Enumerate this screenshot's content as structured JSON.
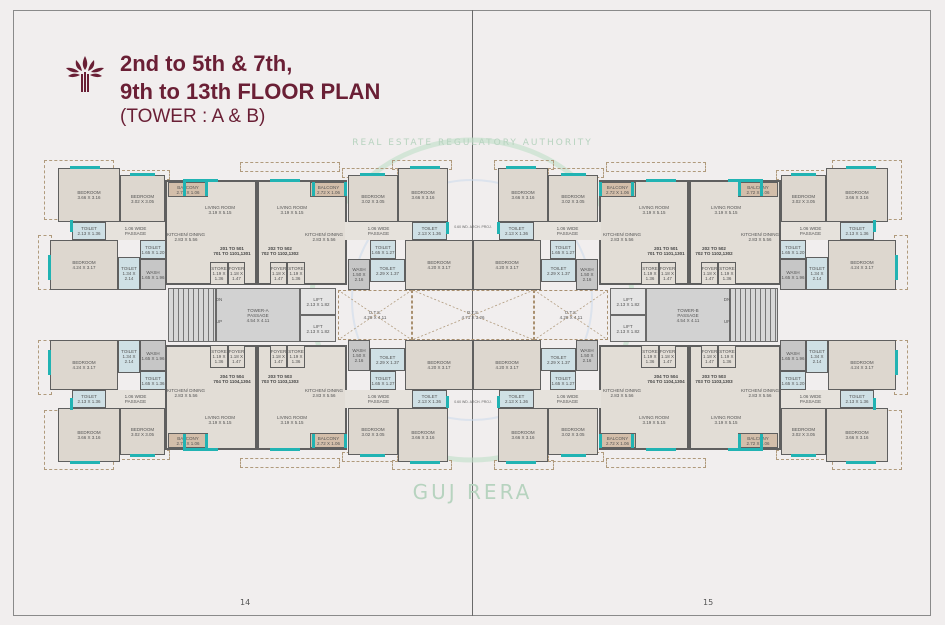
{
  "title_line1": "2nd to 5th & 7th,",
  "title_line2": "9th to 13th FLOOR  PLAN",
  "subtitle": "(TOWER : A & B)",
  "brand_color": "#6a1f35",
  "window_color": "#21b3b3",
  "page_numbers": [
    "14",
    "15"
  ],
  "watermark": {
    "top": "REAL ESTATE REGULATORY AUTHORITY",
    "bottom": "GUJ RERA"
  },
  "proj_label": "0.60 WD. ARCH. PROJ.",
  "center_ots": [
    "O.T.S.",
    "4.71 X 3.26"
  ],
  "towers": [
    {
      "core": {
        "tower": "TOWER-A",
        "passage": "PASSAGE",
        "dim": "4.54 X 4.11",
        "up": "UP",
        "dn": "DN",
        "lift": [
          "LIFT",
          "2.13 X 1.82"
        ],
        "ots": [
          "O.T.S.",
          "4.28 X 4.11"
        ]
      },
      "top": [
        [
          "BEDROOM",
          "3.66 X 3.16"
        ],
        [
          "BEDROOM",
          "3.02 X 3.05"
        ],
        [
          "TOILET",
          "2.13 X 1.36"
        ],
        [
          "1.06 WIDE",
          "PASSAGE"
        ],
        [
          "BEDROOM",
          "4.24 X 3.17"
        ],
        [
          "TOILET",
          "1.34 X 2.14"
        ],
        [
          "TOILET",
          "1.65 X 1.20"
        ],
        [
          "WASH",
          "1.65 X 1.96"
        ],
        [
          "BALCONY",
          "2.72 X 1.06"
        ],
        [
          "LIVING ROOM",
          "3.19 X 5.15"
        ],
        [
          "KITCHEN/ DINING",
          "2.83 X 5.56"
        ],
        [
          "201 TO 501",
          "701 TO 1101,1301"
        ],
        [
          "STORE",
          "1.19 X 1.36"
        ],
        [
          "FOYER",
          "1.18 X 1.47"
        ],
        [
          "BALCONY",
          "2.72 X 1.06"
        ],
        [
          "LIVING ROOM",
          "3.19 X 5.15"
        ],
        [
          "KITCHEN/ DINING",
          "2.83 X 5.56"
        ],
        [
          "202 TO 502",
          "702 TO 1102,1302"
        ],
        [
          "FOYER",
          "1.18 X 1.47"
        ],
        [
          "STORE",
          "1.19 X 1.36"
        ],
        [
          "BEDROOM",
          "3.02 X 3.05"
        ],
        [
          "BEDROOM",
          "3.66 X 3.16"
        ],
        [
          "1.06 WIDE",
          "PASSAGE"
        ],
        [
          "TOILET",
          "2.13 X 1.36"
        ],
        [
          "TOILET",
          "1.65 X 1.27"
        ],
        [
          "WASH",
          "1.50 X 2.16"
        ],
        [
          "TOILET",
          "2.29 X 1.37"
        ],
        [
          "BEDROOM",
          "4.20 X 3.17"
        ]
      ],
      "bottom": [
        [
          "BEDROOM",
          "3.66 X 3.16"
        ],
        [
          "BEDROOM",
          "3.02 X 3.05"
        ],
        [
          "TOILET",
          "2.13 X 1.36"
        ],
        [
          "1.06 WIDE",
          "PASSAGE"
        ],
        [
          "BEDROOM",
          "4.24 X 3.17"
        ],
        [
          "TOILET",
          "1.34 X 2.14"
        ],
        [
          "TOILET",
          "1.65 X 1.36"
        ],
        [
          "WASH",
          "1.65 X 1.96"
        ],
        [
          "BALCONY",
          "2.72 X 1.06"
        ],
        [
          "LIVING ROOM",
          "3.19 X 5.15"
        ],
        [
          "KITCHEN/ DINING",
          "2.83 X 5.56"
        ],
        [
          "204 TO 504",
          "704 TO 1104,1304"
        ],
        [
          "STORE",
          "1.19 X 1.36"
        ],
        [
          "FOYER",
          "1.18 X 1.47"
        ],
        [
          "BALCONY",
          "2.72 X 1.06"
        ],
        [
          "LIVING ROOM",
          "3.19 X 5.15"
        ],
        [
          "KITCHEN/ DINING",
          "2.83 X 5.56"
        ],
        [
          "203 TO 503",
          "703 TO 1103,1303"
        ],
        [
          "FOYER",
          "1.18 X 1.47"
        ],
        [
          "STORE",
          "1.19 X 1.36"
        ],
        [
          "BEDROOM",
          "3.02 X 3.05"
        ],
        [
          "BEDROOM",
          "3.66 X 3.16"
        ],
        [
          "1.06 WIDE",
          "PASSAGE"
        ],
        [
          "TOILET",
          "2.13 X 1.36"
        ],
        [
          "TOILET",
          "1.65 X 1.27"
        ],
        [
          "WASH",
          "1.50 X 2.16"
        ],
        [
          "TOILET",
          "2.29 X 1.37"
        ],
        [
          "BEDROOM",
          "4.20 X 3.17"
        ]
      ]
    },
    {
      "core": {
        "tower": "TOWER-B",
        "passage": "PASSAGE",
        "dim": "4.54 X 4.11",
        "up": "UP",
        "dn": "DN",
        "lift": [
          "LIFT",
          "2.13 X 1.82"
        ],
        "ots": [
          "O.T.S.",
          "4.28 X 4.11"
        ]
      },
      "top": [
        [
          "BEDROOM",
          "3.66 X 3.16"
        ],
        [
          "BEDROOM",
          "3.02 X 3.05"
        ],
        [
          "TOILET",
          "2.13 X 1.36"
        ],
        [
          "1.06 WIDE",
          "PASSAGE"
        ],
        [
          "BEDROOM",
          "4.24 X 3.17"
        ],
        [
          "TOILET",
          "1.34 X 2.14"
        ],
        [
          "TOILET",
          "1.65 X 1.20"
        ],
        [
          "WASH",
          "1.65 X 1.96"
        ],
        [
          "BALCONY",
          "2.72 X 1.06"
        ],
        [
          "LIVING ROOM",
          "3.19 X 5.15"
        ],
        [
          "KITCHEN/ DINING",
          "2.83 X 5.56"
        ],
        [
          "202 TO 502",
          "702 TO 1102,1302"
        ],
        [
          "STORE",
          "1.19 X 1.36"
        ],
        [
          "FOYER",
          "1.18 X 1.47"
        ],
        [
          "BALCONY",
          "2.72 X 1.06"
        ],
        [
          "LIVING ROOM",
          "3.19 X 5.15"
        ],
        [
          "KITCHEN/ DINING",
          "2.83 X 5.56"
        ],
        [
          "201 TO 501",
          "701 TO 1101,1301"
        ],
        [
          "FOYER",
          "1.18 X 1.47"
        ],
        [
          "STORE",
          "1.19 X 1.36"
        ],
        [
          "BEDROOM",
          "3.02 X 3.05"
        ],
        [
          "BEDROOM",
          "3.66 X 3.16"
        ],
        [
          "1.06 WIDE",
          "PASSAGE"
        ],
        [
          "TOILET",
          "2.13 X 1.36"
        ],
        [
          "TOILET",
          "1.65 X 1.27"
        ],
        [
          "WASH",
          "1.50 X 2.16"
        ],
        [
          "TOILET",
          "2.29 X 1.37"
        ],
        [
          "BEDROOM",
          "4.20 X 3.17"
        ]
      ],
      "bottom": [
        [
          "BEDROOM",
          "3.66 X 3.16"
        ],
        [
          "BEDROOM",
          "3.02 X 3.05"
        ],
        [
          "TOILET",
          "2.13 X 1.36"
        ],
        [
          "1.06 WIDE",
          "PASSAGE"
        ],
        [
          "BEDROOM",
          "4.24 X 3.17"
        ],
        [
          "TOILET",
          "1.34 X 2.14"
        ],
        [
          "TOILET",
          "1.65 X 1.20"
        ],
        [
          "WASH",
          "1.65 X 1.96"
        ],
        [
          "BALCONY",
          "2.72 X 1.06"
        ],
        [
          "LIVING ROOM",
          "3.19 X 5.15"
        ],
        [
          "KITCHEN/ DINING",
          "2.83 X 5.56"
        ],
        [
          "203 TO 503",
          "703 TO 1103,1303"
        ],
        [
          "STORE",
          "1.19 X 1.36"
        ],
        [
          "FOYER",
          "1.18 X 1.47"
        ],
        [
          "BALCONY",
          "2.72 X 1.06"
        ],
        [
          "LIVING ROOM",
          "3.19 X 5.15"
        ],
        [
          "KITCHEN/ DINING",
          "2.83 X 5.56"
        ],
        [
          "204 TO 504",
          "704 TO 1104,1304"
        ],
        [
          "FOYER",
          "1.18 X 1.47"
        ],
        [
          "STORE",
          "1.19 X 1.36"
        ],
        [
          "BEDROOM",
          "3.02 X 3.05"
        ],
        [
          "BEDROOM",
          "3.66 X 3.16"
        ],
        [
          "1.06 WIDE",
          "PASSAGE"
        ],
        [
          "TOILET",
          "2.13 X 1.36"
        ],
        [
          "TOILET",
          "1.65 X 1.27"
        ],
        [
          "WASH",
          "1.50 X 2.16"
        ],
        [
          "TOILET",
          "2.29 X 1.37"
        ],
        [
          "BEDROOM",
          "4.20 X 3.17"
        ]
      ]
    }
  ]
}
